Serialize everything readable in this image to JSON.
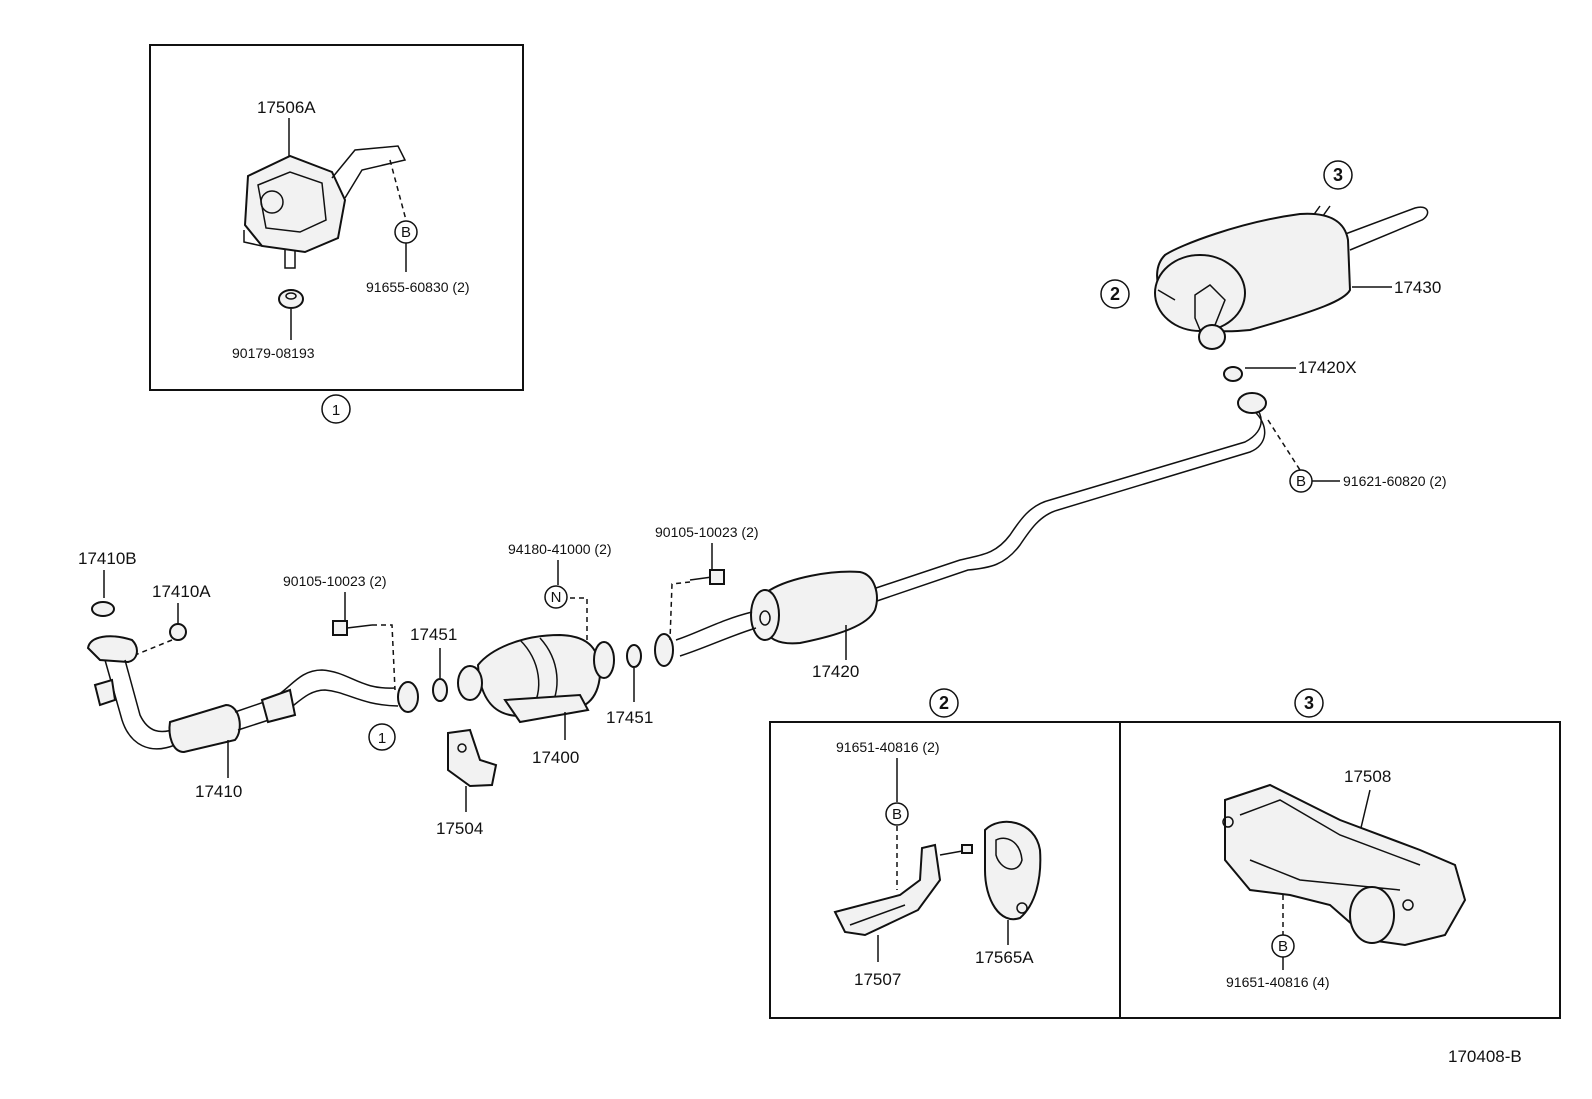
{
  "diagram_code": "170408-B",
  "callouts": {
    "b": "B",
    "n": "N",
    "one": "1",
    "two": "2",
    "three": "3"
  },
  "inset1": {
    "hanger": "17506A",
    "bolt": "91655-60830 (2)",
    "nut": "90179-08193"
  },
  "inset2": {
    "bolt": "91651-40816 (2)",
    "bracket": "17507",
    "hanger": "17565A"
  },
  "inset3": {
    "bracket": "17508",
    "bolt": "91651-40816 (4)"
  },
  "parts": {
    "muffler": "17430",
    "gasket_tail": "17420X",
    "bolt_tail": "91621-60820 (2)",
    "front_gasket_b": "17410B",
    "front_gasket_a": "17410A",
    "front_pipe": "17410",
    "bolt_front": "90105-10023 (2)",
    "gasket_1": "17451",
    "gasket_2": "17451",
    "converter": "17400",
    "converter_nut": "94180-41000 (2)",
    "converter_bracket": "17504",
    "bolt_center": "90105-10023 (2)",
    "center_pipe": "17420"
  }
}
